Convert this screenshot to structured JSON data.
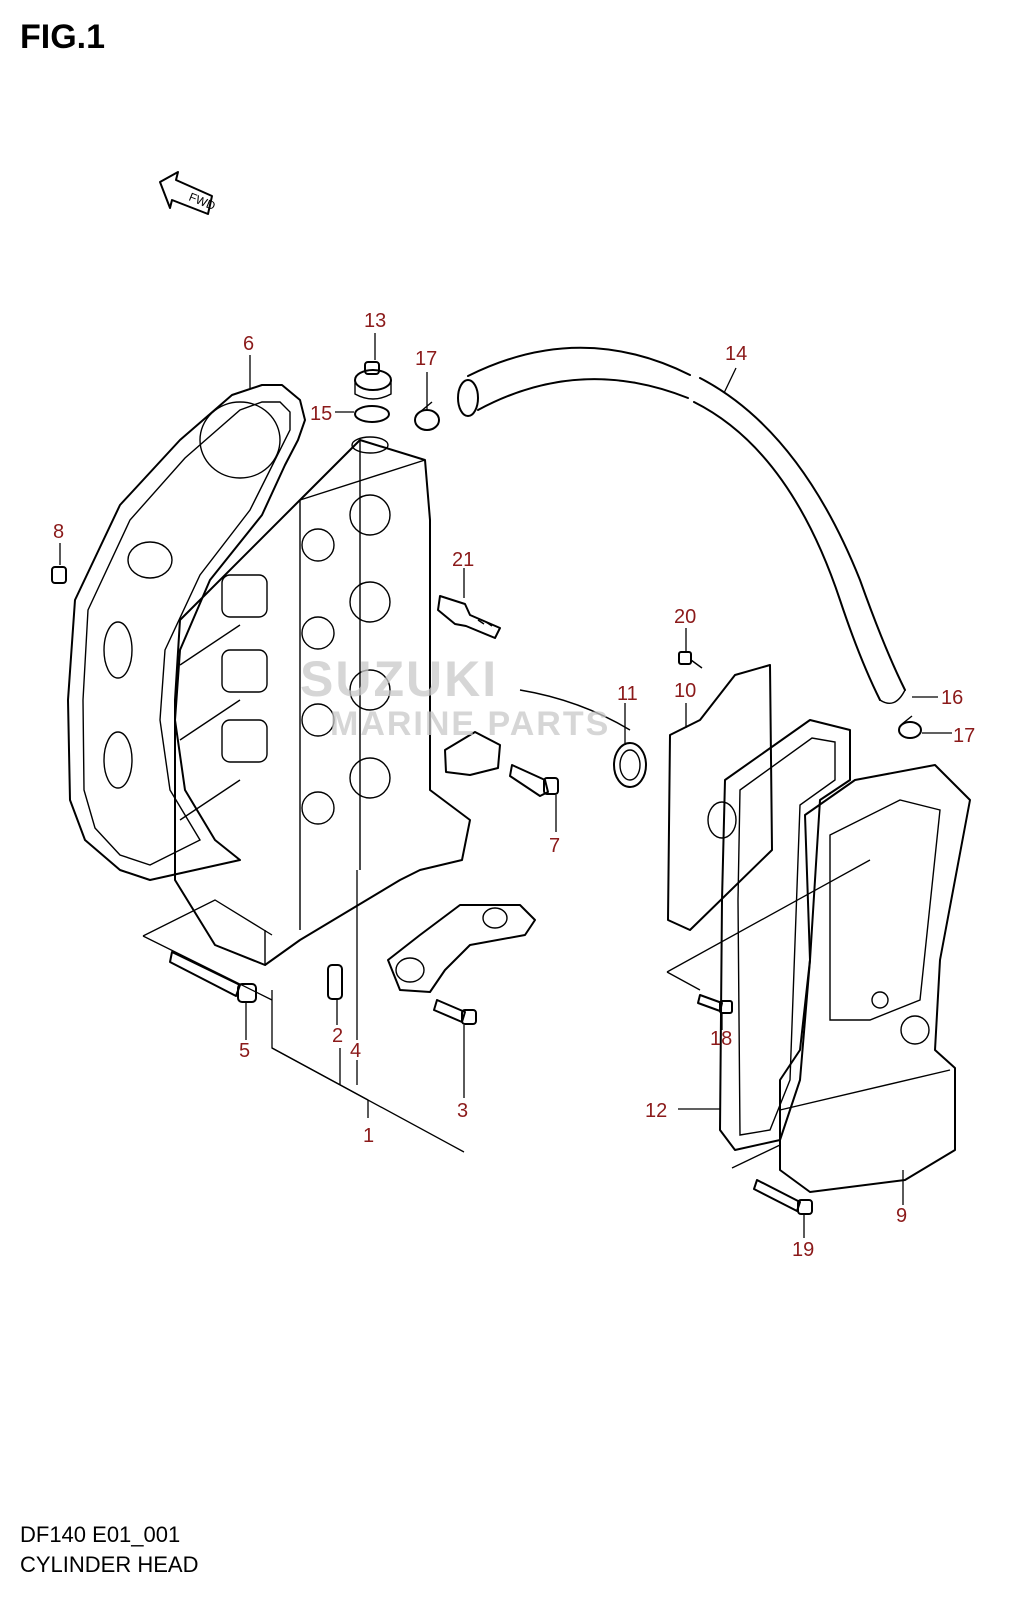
{
  "figure": {
    "title": "FIG.1",
    "code": "DF140 E01_001",
    "name": "CYLINDER HEAD",
    "fwd_label": "FWD"
  },
  "watermark": {
    "line1": "SUZUKI",
    "line2": "MARINE PARTS"
  },
  "callouts": {
    "n1": "1",
    "n2": "2",
    "n3": "3",
    "n4": "4",
    "n5": "5",
    "n6": "6",
    "n7": "7",
    "n8": "8",
    "n9": "9",
    "n10": "10",
    "n11": "11",
    "n12": "12",
    "n13": "13",
    "n14": "14",
    "n15": "15",
    "n16": "16",
    "n17a": "17",
    "n17b": "17",
    "n18": "18",
    "n19": "19",
    "n20": "20",
    "n21": "21"
  },
  "colors": {
    "callout": "#8b1a1a",
    "line": "#000000"
  }
}
